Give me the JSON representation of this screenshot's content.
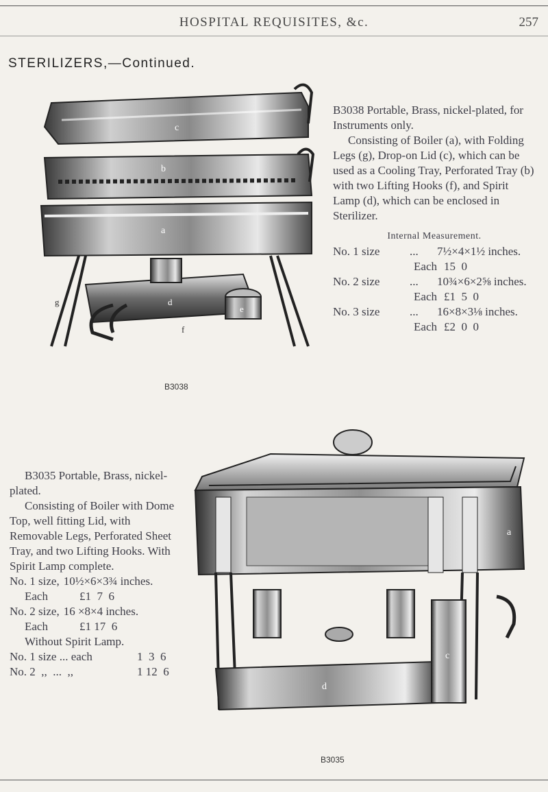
{
  "header": {
    "title": "HOSPITAL REQUISITES, &c.",
    "page_number": "257"
  },
  "section_title": "STERILIZERS,—Continued.",
  "item1": {
    "caption": "B3038",
    "fig_labels": {
      "a": "a",
      "b": "b",
      "c": "c",
      "d": "d",
      "e": "e",
      "f": "f",
      "g": "g"
    },
    "code_title": "B3038 Portable, Brass, nickel-plated, for Instruments only.",
    "description": "Consisting of Boiler (a), with Folding Legs (g), Drop-on Lid (c), which can be used as a Cooling Tray, Perforated Tray (b) with two Lifting Hooks (f), and Spirit Lamp (d), which can be enclosed in Sterilizer.",
    "measurement_title": "Internal Measurement.",
    "sizes": [
      {
        "label": "No. 1 size",
        "dots": "...",
        "dims": "7½×4×1½ inches.",
        "each_label": "Each",
        "price": "15  0"
      },
      {
        "label": "No. 2 size",
        "dots": "...",
        "dims": "10¾×6×2⅝ inches.",
        "each_label": "Each",
        "price": "£1  5  0"
      },
      {
        "label": "No. 3 size",
        "dots": "...",
        "dims": "16×8×3⅛ inches.",
        "each_label": "Each",
        "price": "£2  0  0"
      }
    ]
  },
  "item2": {
    "caption": "B3035",
    "fig_labels": {
      "a": "a",
      "c": "c",
      "d": "d"
    },
    "code_title": "B3035 Portable, Brass, nickel-plated.",
    "description": "Consisting of Boiler with Dome Top, well fitting Lid, with Removable Legs, Perforated Sheet Tray, and two Lifting Hooks. With Spirit Lamp complete.",
    "sizes": [
      {
        "label": "No. 1 size,",
        "dims": "10½×6×3¾ inches.",
        "each_label": "Each",
        "price": "£1  7  6"
      },
      {
        "label": "No. 2 size,",
        "dims": "16 ×8×4 inches.",
        "each_label": "Each",
        "price": "£1 17  6"
      }
    ],
    "without_lamp": "Without Spirit Lamp.",
    "without_rows": [
      {
        "label": "No. 1 size ... each",
        "price": "1  3  6"
      },
      {
        "label": "No. 2  ,,  ...  ,,",
        "price": "1 12  6"
      }
    ]
  },
  "colors": {
    "paper": "#f3f1ec",
    "ink": "#3a3a40",
    "metal_dark": "#555555",
    "metal_light": "#d8d8d8"
  }
}
